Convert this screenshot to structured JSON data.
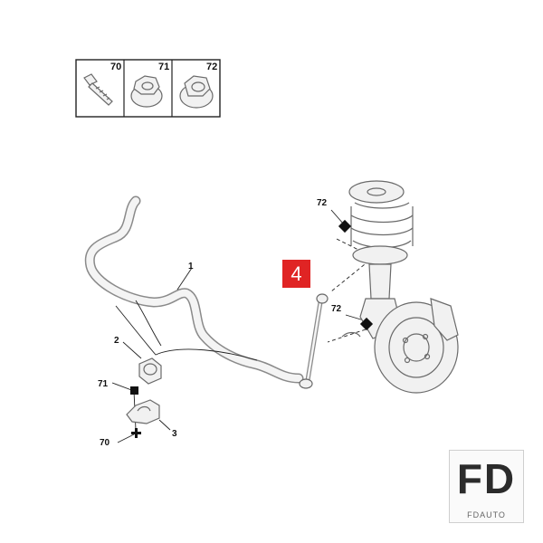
{
  "fasteners_table": {
    "headers": [
      "70",
      "71",
      "72"
    ]
  },
  "callouts": {
    "stabilizer_bar": "1",
    "bushing": "2",
    "bracket": "3",
    "link_highlighted": "4",
    "bolt": "70",
    "nut_71": "71",
    "nut_72_top": "72",
    "nut_72_mid": "72"
  },
  "highlight_color": "#e02424",
  "watermark": {
    "main": "FD",
    "sub": "FDAUTO"
  }
}
